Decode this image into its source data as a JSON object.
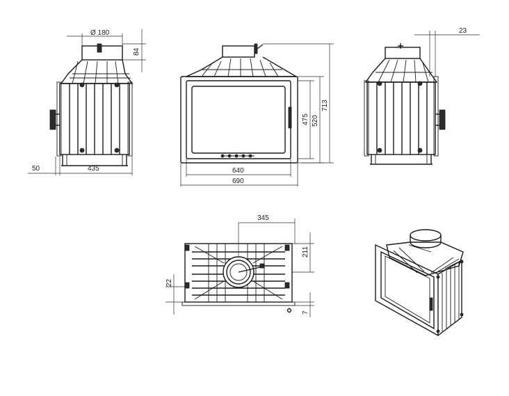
{
  "dimensions": {
    "flue_diameter": "Ø 180",
    "collar_height": "84",
    "side_offset": "50",
    "depth": "435",
    "glass_width": "640",
    "total_width": "690",
    "glass_height": "475",
    "front_height": "520",
    "total_height": "713",
    "flue_offset": "23",
    "top_flue_position": "345",
    "top_depth": "211",
    "top_side_offset": "22",
    "top_front_offset": "7"
  }
}
